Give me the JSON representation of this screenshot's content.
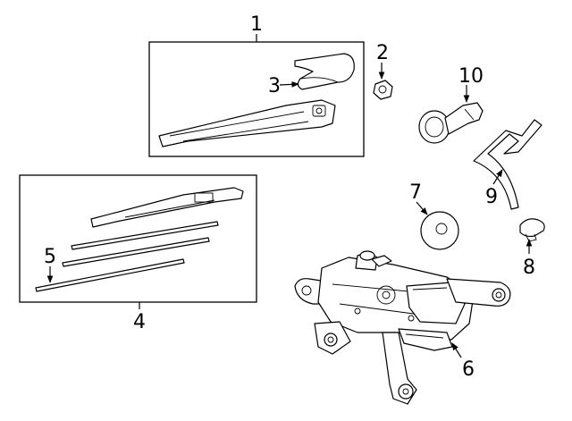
{
  "diagram": {
    "colors": {
      "line": "#000000",
      "background": "#ffffff"
    },
    "callouts": [
      {
        "id": "c1",
        "label": "1"
      },
      {
        "id": "c2",
        "label": "2"
      },
      {
        "id": "c3",
        "label": "3"
      },
      {
        "id": "c4",
        "label": "4"
      },
      {
        "id": "c5",
        "label": "5"
      },
      {
        "id": "c6",
        "label": "6"
      },
      {
        "id": "c7",
        "label": "7"
      },
      {
        "id": "c8",
        "label": "8"
      },
      {
        "id": "c9",
        "label": "9"
      },
      {
        "id": "c10",
        "label": "10"
      }
    ]
  }
}
